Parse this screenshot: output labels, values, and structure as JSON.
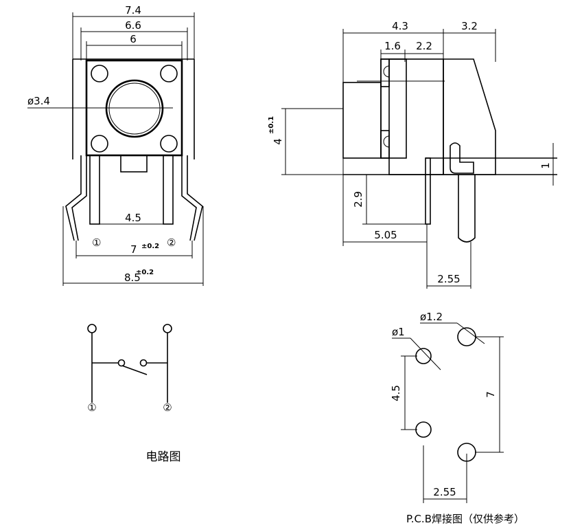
{
  "front_view": {
    "dim_width_outer": "7.4",
    "dim_width_mid": "6.6",
    "dim_width_body": "6",
    "dim_button_dia": "ø3.4",
    "dim_pin_pitch": "4.5",
    "dim_lead_span": "7",
    "dim_lead_span_tol": "±0.2",
    "dim_total_width": "8.5",
    "dim_total_width_tol": "±0.2",
    "pin1_mark": "①",
    "pin2_mark": "②"
  },
  "side_view": {
    "dim_body_depth": "4.3",
    "dim_actuator": "3.2",
    "dim_step1": "1.6",
    "dim_step2": "2.2",
    "dim_height": "4",
    "dim_height_tol": "±0.1",
    "dim_thickness": "1",
    "dim_lead_len": "2.9",
    "dim_offset": "5.05",
    "dim_pin_gap": "2.55"
  },
  "circuit": {
    "pin1_mark": "①",
    "pin2_mark": "②",
    "caption": "电路图"
  },
  "pcb": {
    "hole_large": "ø1.2",
    "hole_small": "ø1",
    "dim_vertical_small": "4.5",
    "dim_vertical_large": "7",
    "dim_horizontal": "2.55",
    "caption": "P.C.B焊接图（仅供参考）"
  }
}
